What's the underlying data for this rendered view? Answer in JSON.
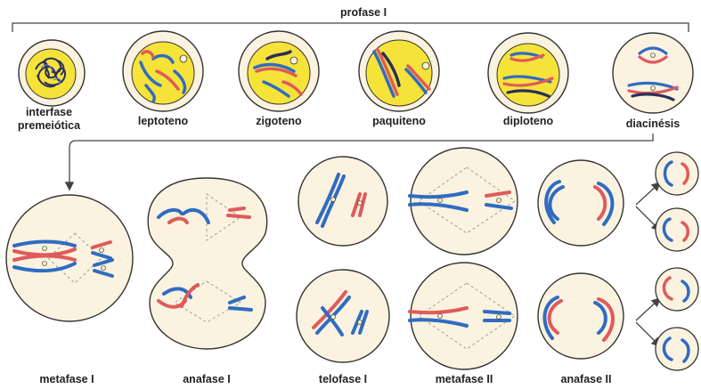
{
  "title": "profase I",
  "labels": {
    "interfase_line1": "interfase",
    "interfase_line2": "premeiótica",
    "leptoteno": "leptoteno",
    "zigoteno": "zigoteno",
    "paquiteno": "paquiteno",
    "diploteno": "diploteno",
    "diacinesis": "diacinésis",
    "metafase1": "metafase I",
    "anafase1": "anafase I",
    "telofase1": "telofase I",
    "metafase2": "metafase II",
    "anafase2": "anafase II"
  },
  "colors": {
    "cell_fill": "#fbf2df",
    "cell_stroke": "#333333",
    "nucleus_yellow": "#f6e33a",
    "chrom_blue": "#2f6cc2",
    "chrom_red": "#e05a5a",
    "chrom_dark": "#2a2f5c",
    "centromere": "#f3eec0",
    "arrow": "#444444",
    "spindle": "#888888"
  }
}
